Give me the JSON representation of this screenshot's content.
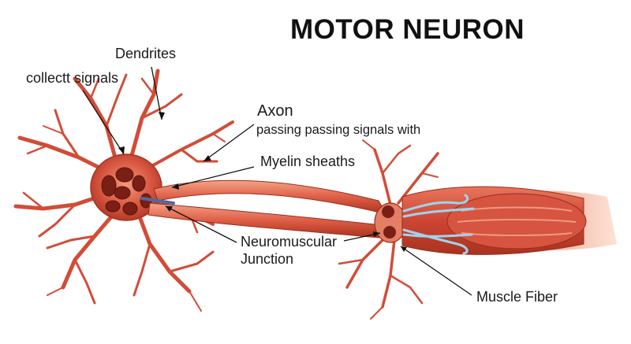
{
  "title": "MOTOR NEURON",
  "labels": {
    "dendrites": "Dendrites",
    "collect_signals": "collectt signals",
    "axon": "Axon",
    "axon_sub": "passing passing signals with",
    "myelin": "Myelin sheaths",
    "nmj_line1": "Neuromuscular",
    "nmj_line2": "Junction",
    "muscle_fiber": "Muscle Fiber"
  },
  "colors": {
    "neuron_fill": "#d9533f",
    "neuron_light": "#f08a6e",
    "neuron_dark": "#8e2a1c",
    "nucleus": "#7a1f16",
    "muscle_fill": "#cf4a38",
    "muscle_light": "#ef8c72",
    "muscle_tail": "#f6b59b",
    "nerve_link": "#9fd3ee",
    "text": "#1a1a1a"
  }
}
